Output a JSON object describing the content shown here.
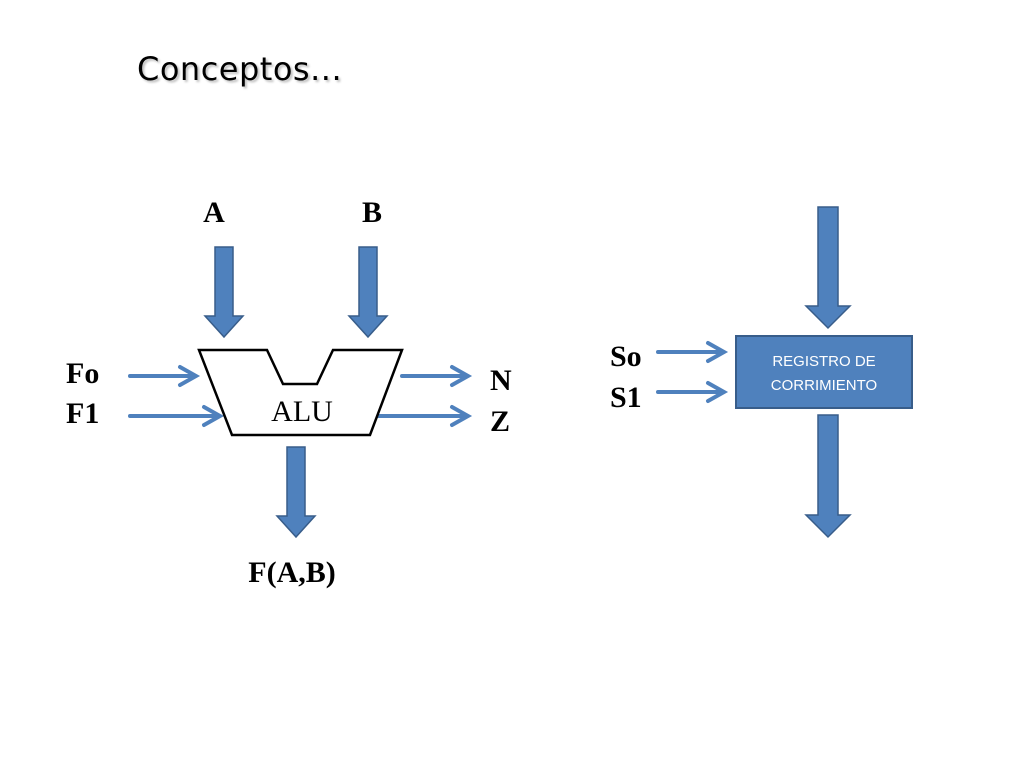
{
  "slide": {
    "title": "Conceptos..."
  },
  "alu": {
    "label": "ALU",
    "inputs": [
      "A",
      "B"
    ],
    "function_inputs": [
      "Fo",
      "F1"
    ],
    "flags": [
      "N",
      "Z"
    ],
    "output": "F(A,B)"
  },
  "shift_register": {
    "label_line1": "REGISTRO DE",
    "label_line2": "CORRIMIENTO",
    "control_inputs": [
      "So",
      "S1"
    ]
  },
  "colors": {
    "arrow_fill": "#4f81bd",
    "arrow_stroke": "#385d8a",
    "box_fill": "#4f81bd",
    "box_stroke": "#385d8a"
  }
}
